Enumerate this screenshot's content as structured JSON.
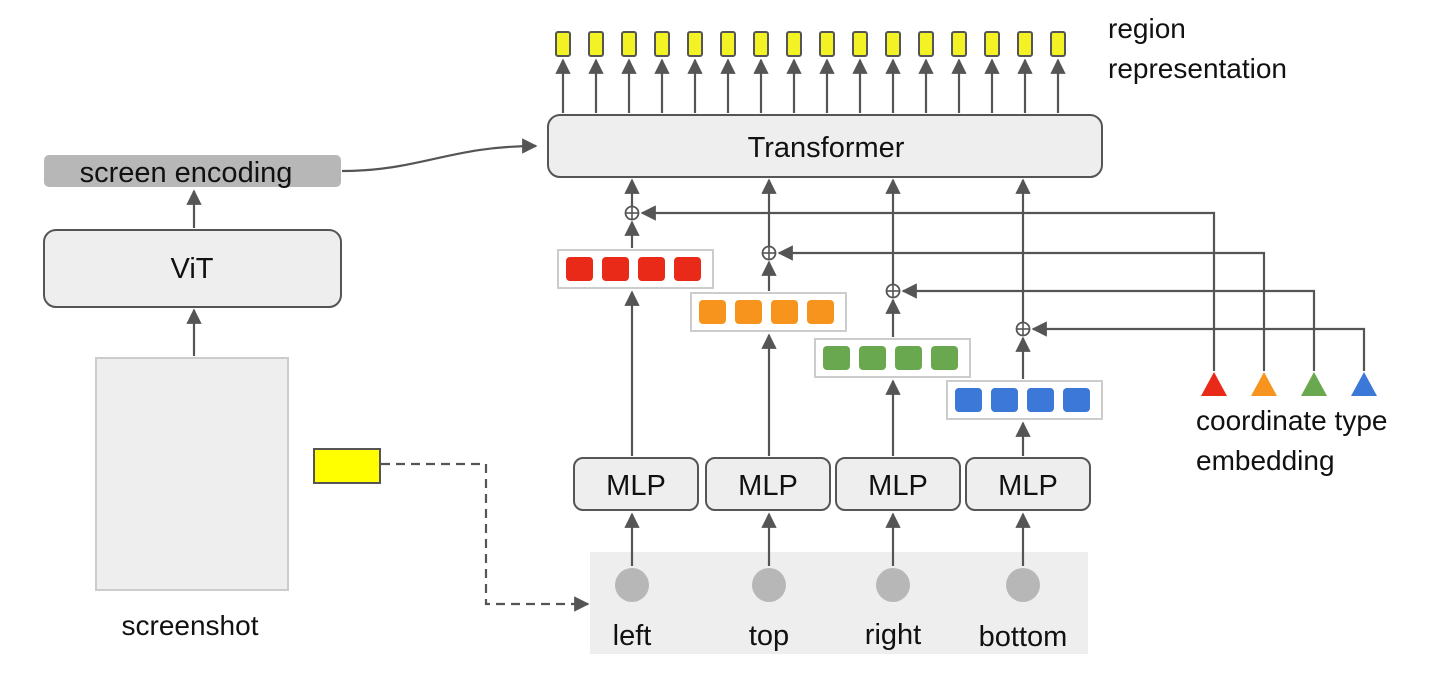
{
  "screen_encoding_label": "screen encoding",
  "vit_label": "ViT",
  "screenshot_label": "screenshot",
  "transformer_label": "Transformer",
  "region_representation_label": "region\nrepresentation",
  "coordinate_type_embedding_label": "coordinate type\nembedding",
  "output_token_count": 16,
  "branches": [
    {
      "coordinate": "left",
      "mlp_label": "MLP",
      "color": "#ea2a18"
    },
    {
      "coordinate": "top",
      "mlp_label": "MLP",
      "color": "#f7941d"
    },
    {
      "coordinate": "right",
      "mlp_label": "MLP",
      "color": "#6aa84f"
    },
    {
      "coordinate": "bottom",
      "mlp_label": "MLP",
      "color": "#3c78d8"
    }
  ],
  "colors": {
    "token_fill": "#f2f224",
    "region_box_fill": "#ffff00",
    "box_fill": "#eeeeee",
    "encoding_fill": "#b7b7b7",
    "screenshot_fill": "#eeeeee",
    "circle_fill": "#b7b7b7",
    "line": "#555555"
  }
}
